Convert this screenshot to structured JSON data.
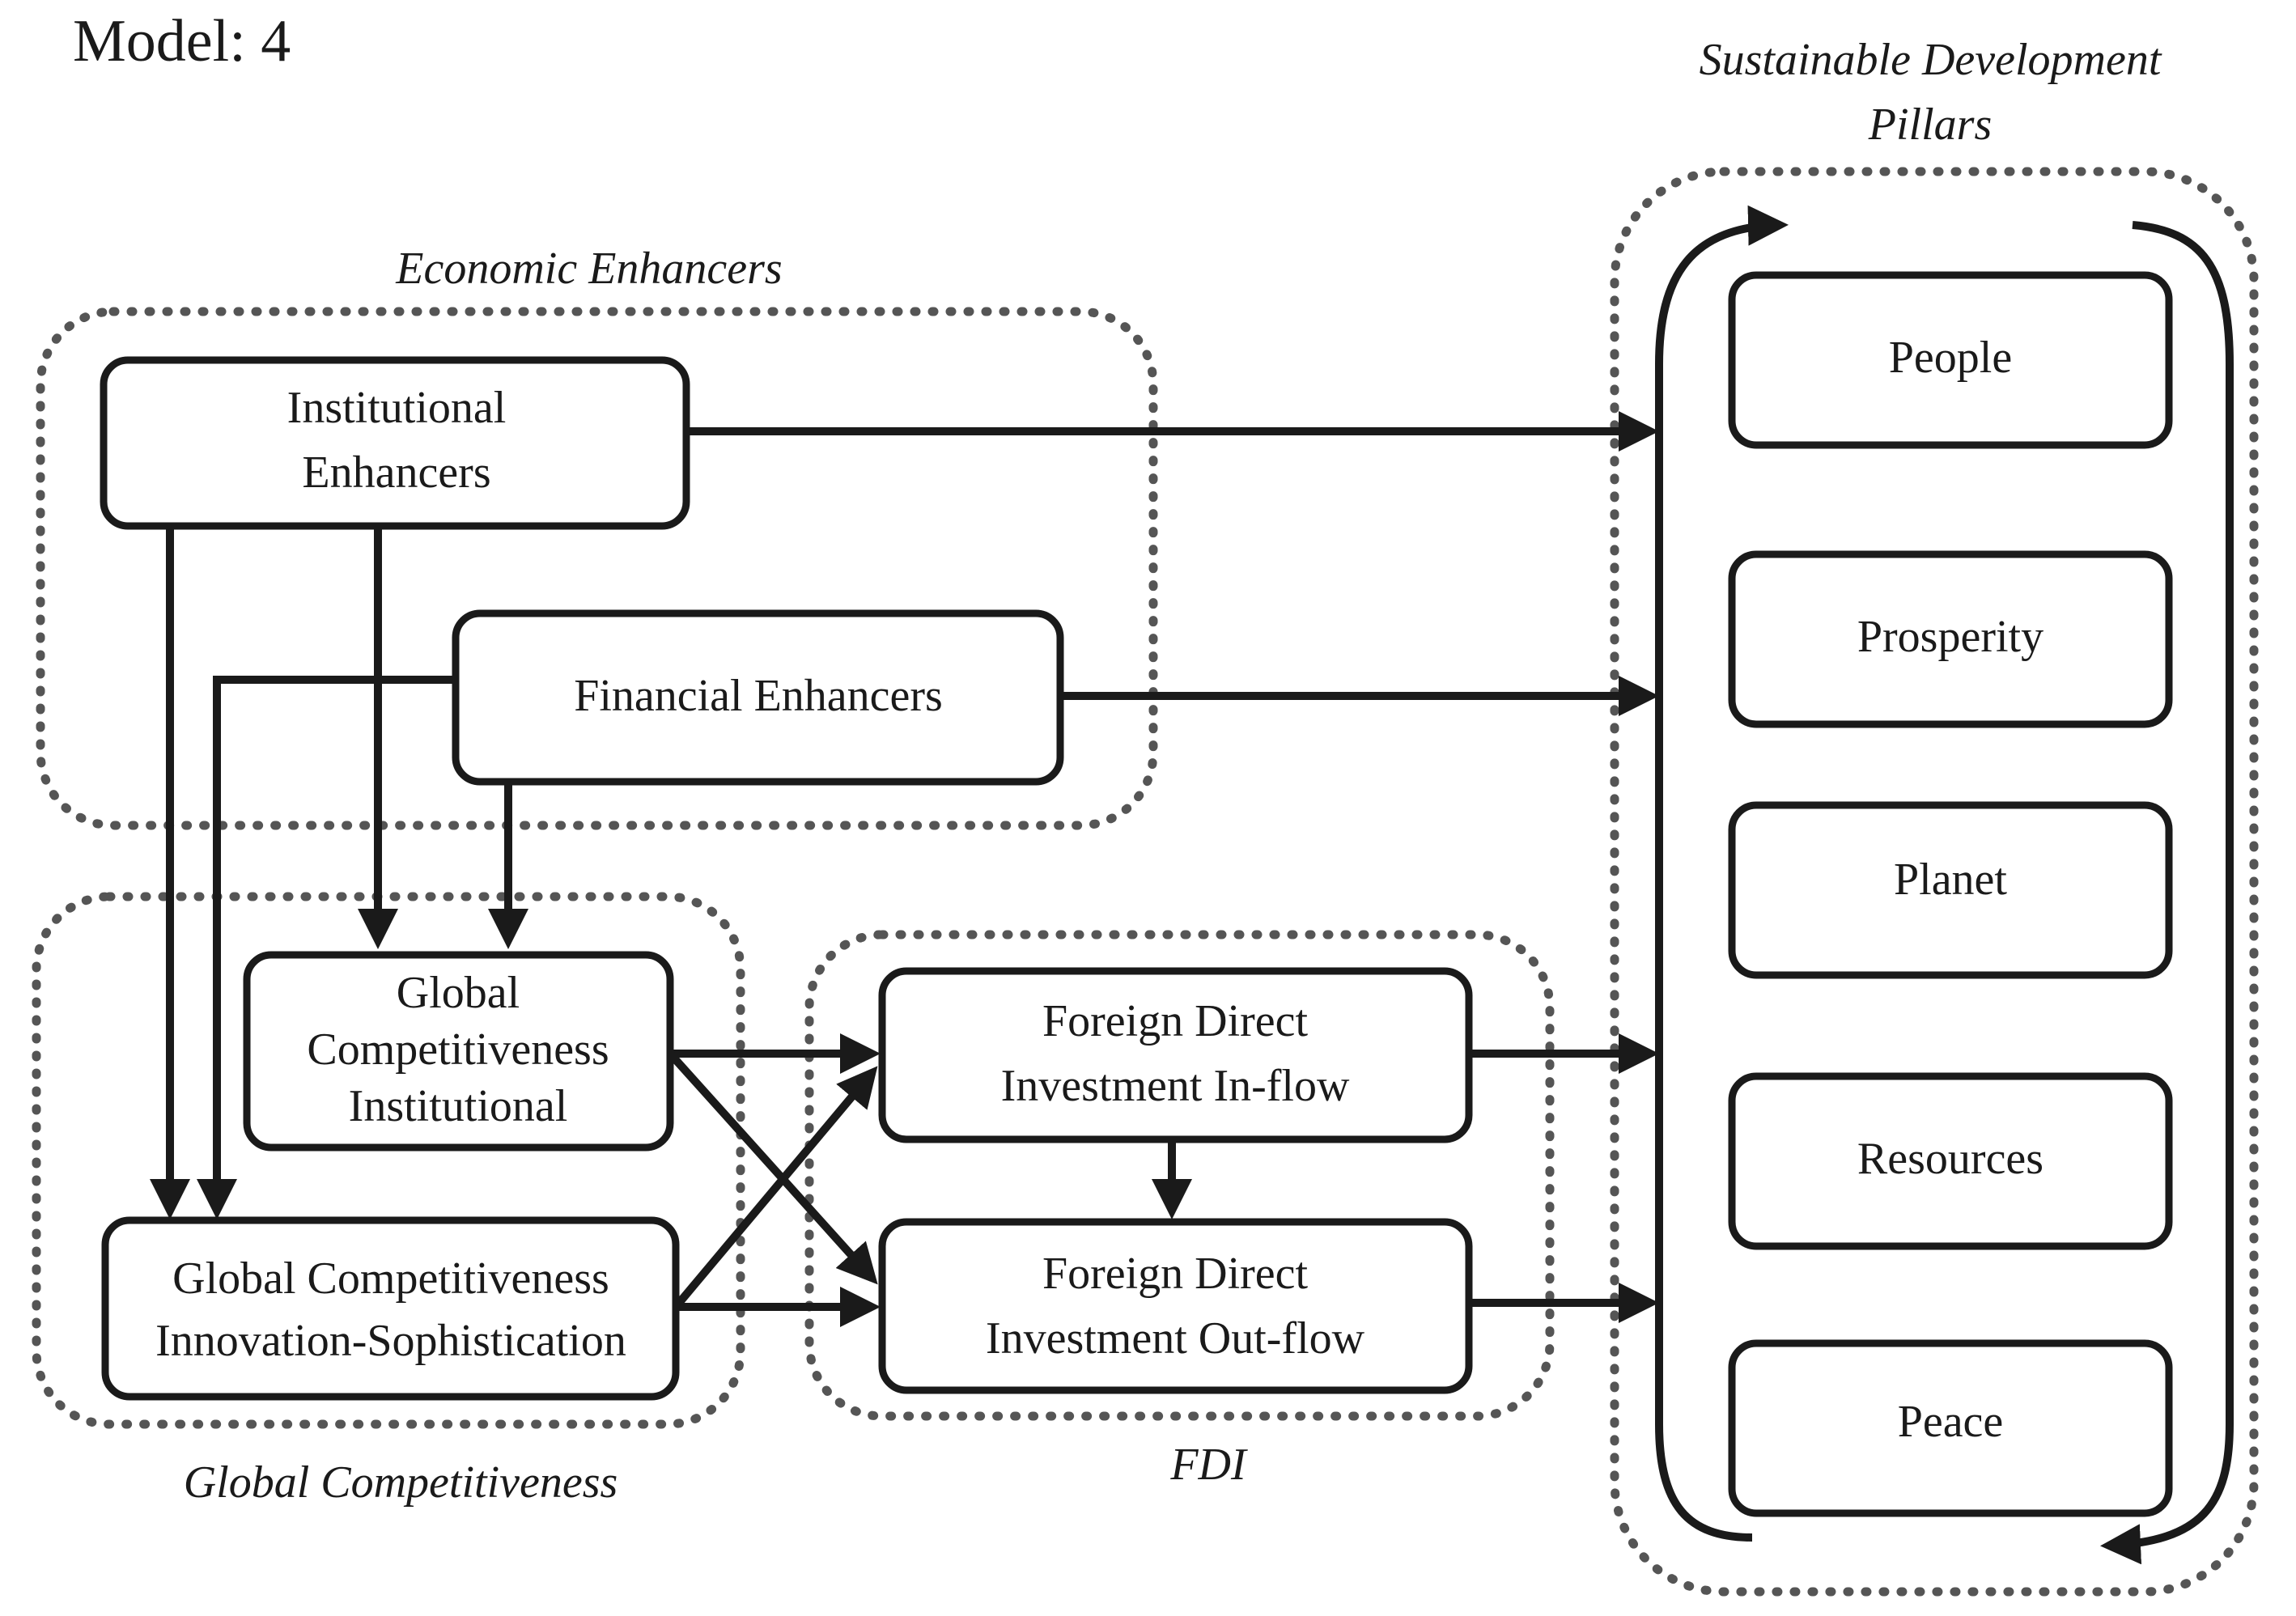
{
  "title": "Model: 4",
  "groups": {
    "economic_enhancers": "Economic Enhancers",
    "global_competitiveness": "Global Competitiveness",
    "fdi": "FDI",
    "sdp_line1": "Sustainable Development",
    "sdp_line2": "Pillars"
  },
  "nodes": {
    "institutional_enhancers": [
      "Institutional",
      "Enhancers"
    ],
    "financial_enhancers": "Financial Enhancers",
    "gc_institutional": [
      "Global",
      "Competitiveness",
      "Institutional"
    ],
    "gc_innovation": [
      "Global Competitiveness",
      "Innovation-Sophistication"
    ],
    "fdi_inflow": [
      "Foreign Direct",
      "Investment In-flow"
    ],
    "fdi_outflow": [
      "Foreign Direct",
      "Investment Out-flow"
    ]
  },
  "pillars": [
    "People",
    "Prosperity",
    "Planet",
    "Resources",
    "Peace"
  ],
  "colors": {
    "stroke": "#1a1a1a",
    "group_border": "#555555",
    "background": "#ffffff"
  }
}
